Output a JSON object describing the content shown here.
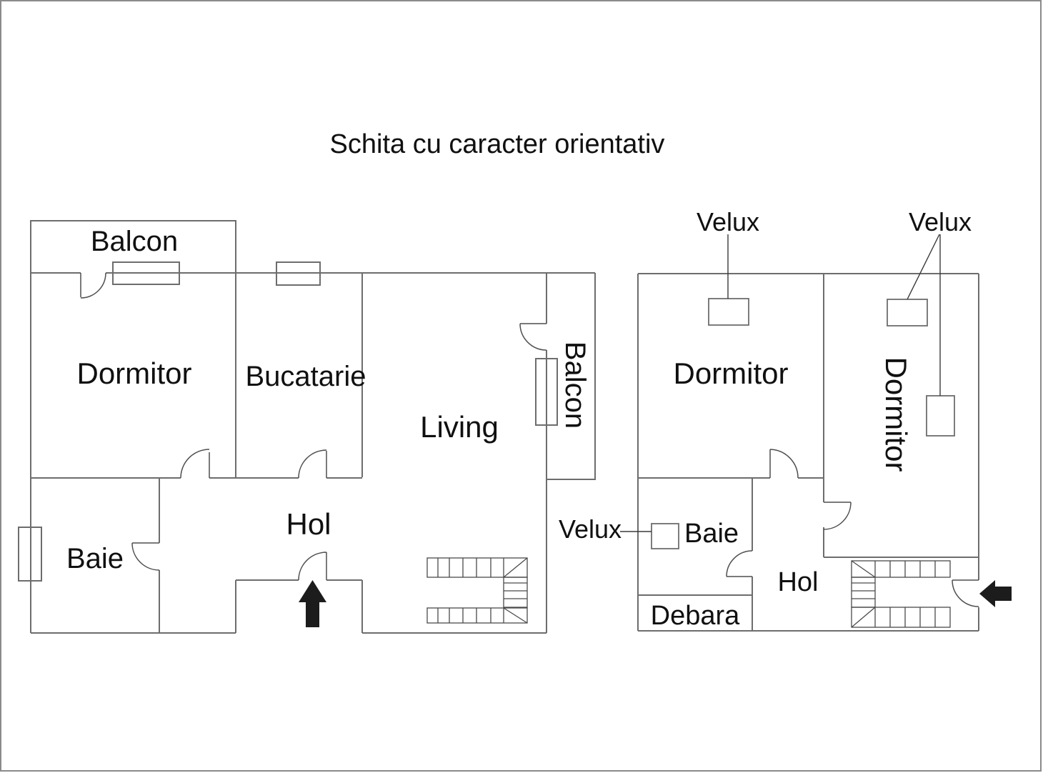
{
  "title": "Schita cu caracter orientativ",
  "colors": {
    "background": "#ffffff",
    "wall": "#6d6d6d",
    "text": "#101010",
    "arrow": "#1c1c1c",
    "border": "#8a8a8a"
  },
  "plan_left": {
    "rooms": {
      "balcon_top": "Balcon",
      "dormitor": "Dormitor",
      "bucatarie": "Bucatarie",
      "living": "Living",
      "balcon_right": "Balcon",
      "hol": "Hol",
      "baie": "Baie"
    }
  },
  "plan_right": {
    "rooms": {
      "dormitor_left": "Dormitor",
      "dormitor_right": "Dormitor",
      "baie": "Baie",
      "hol": "Hol",
      "debara": "Debara"
    },
    "velux": {
      "dormitor_left": "Velux",
      "dormitor_right": "Velux",
      "baie": "Velux"
    }
  }
}
